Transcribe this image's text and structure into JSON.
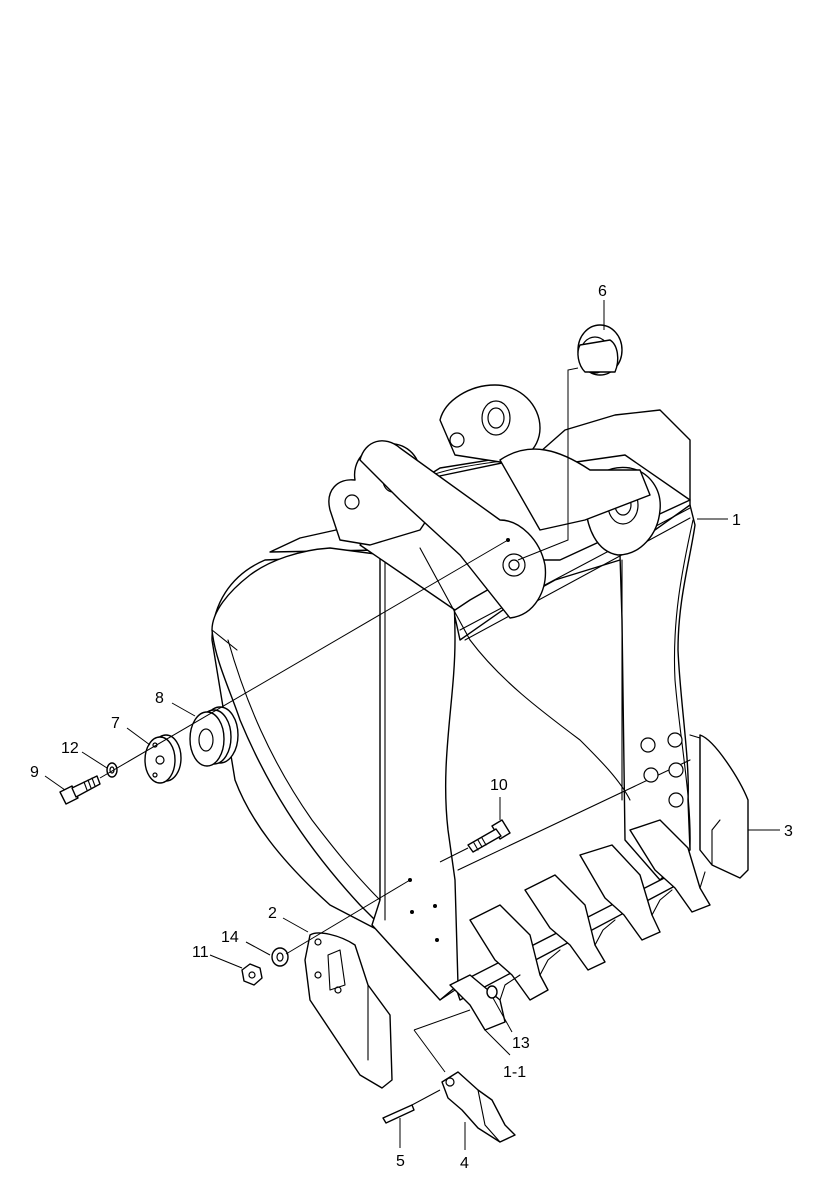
{
  "callouts": {
    "c1": "1",
    "c1_1": "1-1",
    "c2": "2",
    "c3": "3",
    "c4": "4",
    "c5": "5",
    "c6": "6",
    "c7": "7",
    "c8": "8",
    "c9": "9",
    "c10": "10",
    "c11": "11",
    "c12": "12",
    "c13": "13",
    "c14": "14"
  }
}
